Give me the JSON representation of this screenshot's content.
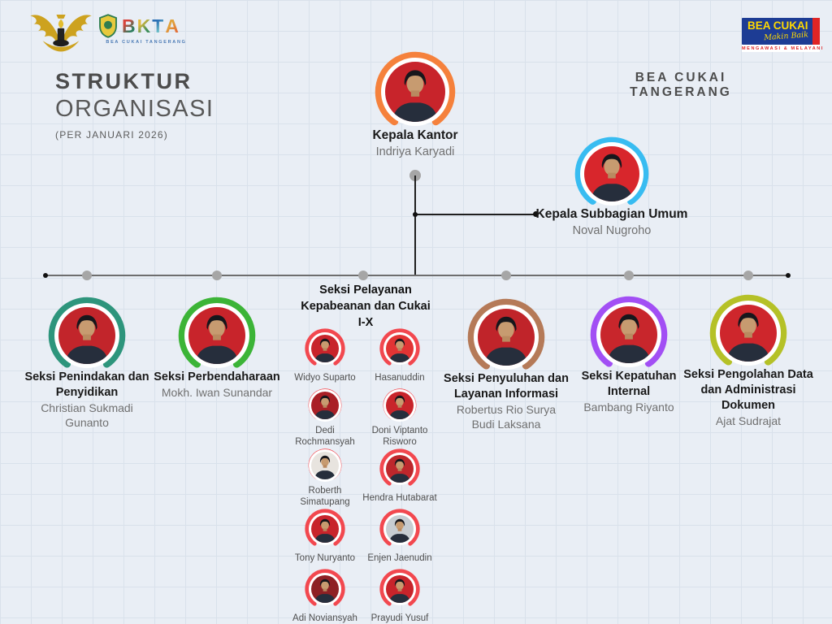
{
  "header": {
    "title_line1": "STRUKTUR",
    "title_line2": "ORGANISASI",
    "subtitle": "(PER JANUARI 2026)",
    "org_name": "BEA CUKAI TANGERANG",
    "bkta_logo": {
      "letter_b": "B",
      "letter_k": "K",
      "letter_t": "T",
      "letter_a": "A",
      "caption": "BEA CUKAI TANGERANG"
    },
    "bea_cukai_logo": {
      "title": "BEA CUKAI",
      "script": "Makin Baik",
      "tagline": "MENGAWASI & MELAYANI"
    }
  },
  "org": {
    "kepala_kantor": {
      "title": "Kepala Kantor",
      "name": "Indriya Karyadi",
      "ring": "#F5813C",
      "photo_bg": "#C8242B"
    },
    "kepala_subbag": {
      "title": "Kepala Subbagian Umum",
      "name": "Noval Nugroho",
      "ring": "#38BCF1",
      "photo_bg": "#D8262C"
    },
    "sections": [
      {
        "title": "Seksi Penindakan dan\nPenyidikan",
        "name": "Christian Sukmadi\nGunanto",
        "ring": "#2E957C",
        "photo_bg": "#C2252B"
      },
      {
        "title": "Seksi Perbendaharaan",
        "name": "Mokh. Iwan Sunandar",
        "ring": "#3CB437",
        "photo_bg": "#C8242B"
      },
      {
        "title": "Seksi Penyuluhan dan\nLayanan Informasi",
        "name": "Robertus Rio Surya\nBudi Laksana",
        "ring": "#B57A58",
        "photo_bg": "#C0242A"
      },
      {
        "title": "Seksi Kepatuhan\nInternal",
        "name": "Bambang Riyanto",
        "ring": "#A24FF4",
        "photo_bg": "#C8262C"
      },
      {
        "title": "Seksi Pengolahan Data\ndan Administrasi\nDokumen",
        "name": "Ajat Sudrajat",
        "ring": "#B5C127",
        "photo_bg": "#CE262C"
      }
    ],
    "pelayanan": {
      "title": "Seksi Pelayanan\nKepabeanan dan Cukai\nI-X",
      "ring": "#F2484F",
      "members": [
        "Widyo Suparto",
        "Hasanuddin",
        "Dedi\nRochmansyah",
        "Doni Viptanto\nRisworo",
        "Roberth\nSimatupang",
        "Hendra Hutabarat",
        "Tony Nuryanto",
        "Enjen Jaenudin",
        "Adi Noviansyah",
        "Prayudi Yusuf"
      ],
      "photo_bgs": [
        "#C8242B",
        "#E23434",
        "#A92026",
        "#C8242B",
        "#E8E4DF",
        "#BE272C",
        "#C8242B",
        "#C7CDD2",
        "#8E2024",
        "#C8242B"
      ]
    }
  }
}
